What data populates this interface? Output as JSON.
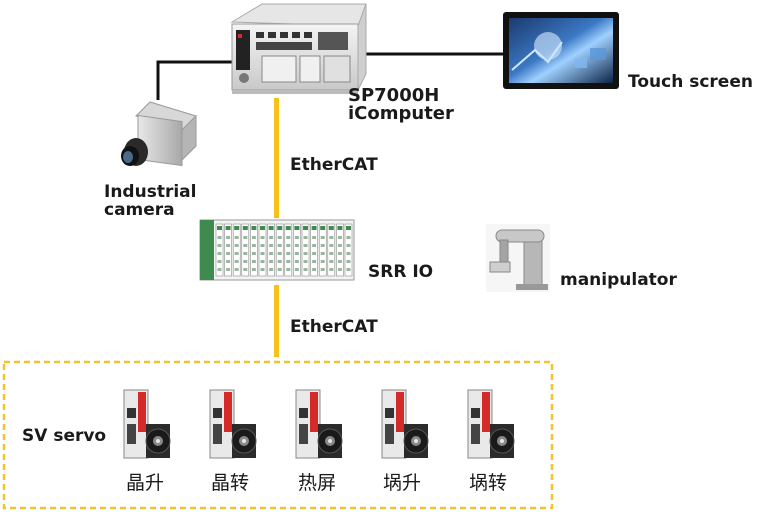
{
  "nodes": {
    "computer": {
      "name": "SP7000H",
      "subname": "iComputer"
    },
    "touch_screen": {
      "name": "Touch screen"
    },
    "camera": {
      "line1": "Industrial",
      "line2": "camera"
    },
    "io": {
      "name": "SRR IO"
    },
    "manipulator": {
      "name": "manipulator"
    },
    "servo_group": {
      "name": "SV servo"
    }
  },
  "links": {
    "upper_bus": "EtherCAT",
    "lower_bus": "EtherCAT"
  },
  "servos": [
    {
      "label": "晶升"
    },
    {
      "label": "晶转"
    },
    {
      "label": "热屏"
    },
    {
      "label": "埚升"
    },
    {
      "label": "埚转"
    }
  ],
  "colors": {
    "bus": "#f6c21a",
    "cable": "#111111",
    "group_border": "#f2c230",
    "drive_red": "#d42a2a",
    "io_green": "#3f8a4e"
  }
}
